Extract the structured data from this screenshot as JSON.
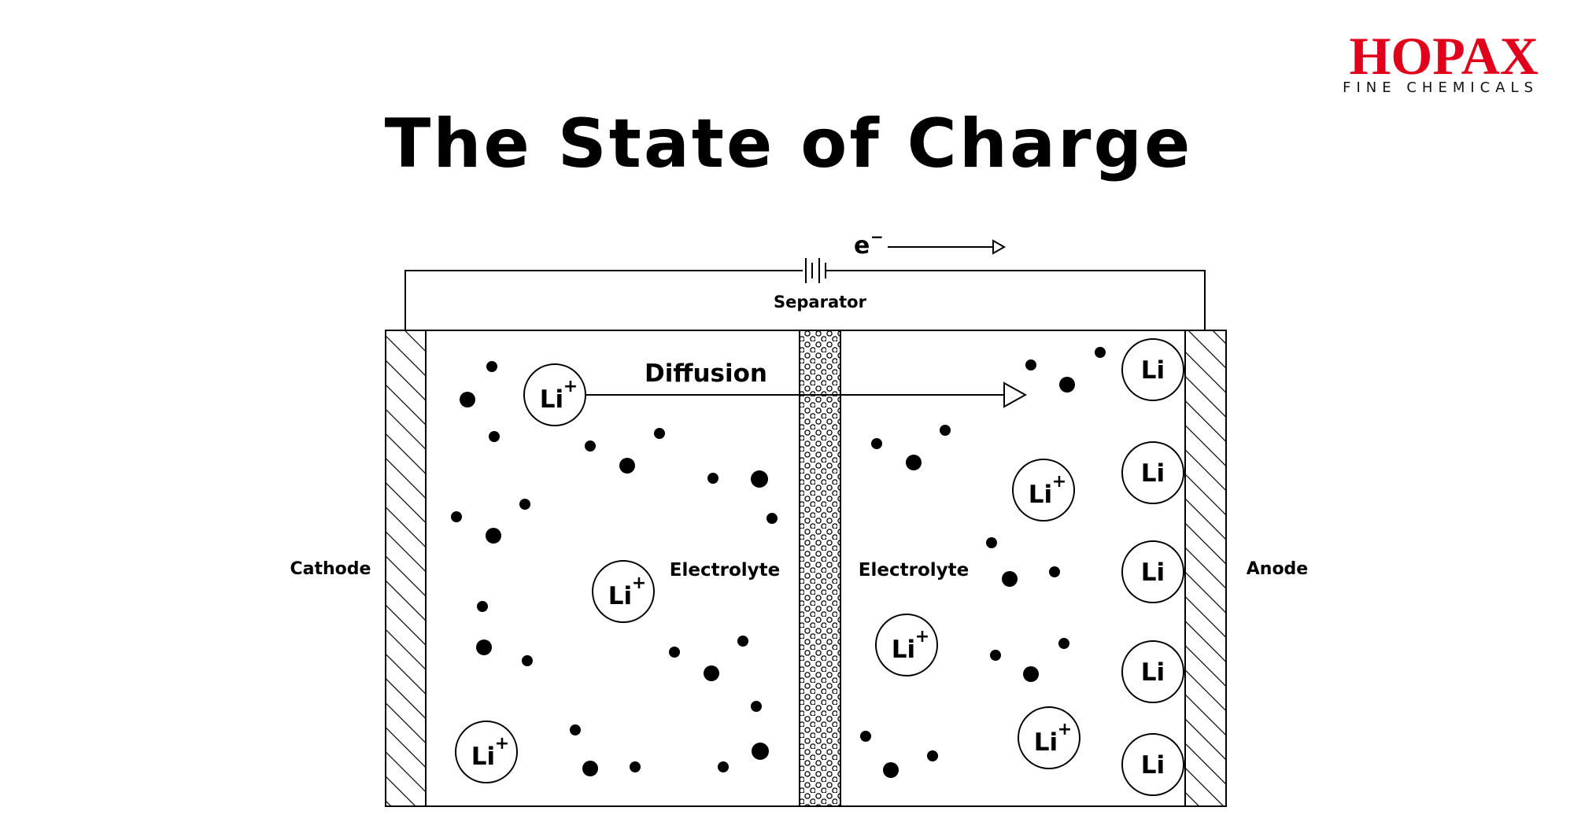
{
  "logo": {
    "brand": "HOPAX",
    "tagline": "FINE CHEMICALS",
    "brand_color": "#e0001b"
  },
  "title": "The State of Charge",
  "diagram": {
    "electron_label": "e",
    "electron_superscript": "−",
    "separator_label": "Separator",
    "diffusion_label": "Diffusion",
    "cathode_label": "Cathode",
    "anode_label": "Anode",
    "electrolyte_left_label": "Electrolyte",
    "electrolyte_right_label": "Electrolyte",
    "ion_label": "Li",
    "ion_charge": "+",
    "anode_atom_label": "Li",
    "cathode_ion_count": 3,
    "electrolyte_ion_count": 3,
    "anode_atom_count": 5
  }
}
